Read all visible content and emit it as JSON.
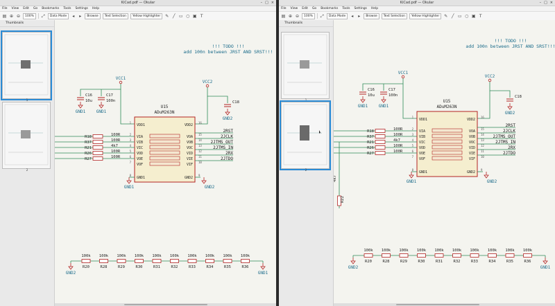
{
  "app": {
    "title": "KiCad.pdf — Okular",
    "menus": [
      "File",
      "View",
      "Edit",
      "Go",
      "Bookmarks",
      "Tools",
      "Settings",
      "Help"
    ],
    "zoom": "100%",
    "mode": "Data Mode",
    "tools": {
      "browse": "Browse",
      "text_selection": "Text Selection",
      "yellow": "Yellow Highlighter"
    },
    "window_buttons": {
      "minimize": "–",
      "maximize": "□",
      "close": "×"
    }
  },
  "sidebar": {
    "title": "Thumbnails",
    "pages": [
      "1",
      "2"
    ]
  },
  "schematic": {
    "todo_line1": "!!! TODO !!!",
    "todo_line2": "add 100n between JRST AND SRST!!!",
    "ic_ref": "U15",
    "ic_part": "ADuM263N",
    "pins_left": [
      "VDD1",
      "VIA",
      "VIB",
      "VIC",
      "VOD",
      "VOE",
      "VOF",
      "GND1"
    ],
    "pins_right": [
      "VDD2",
      "VOA",
      "VOB",
      "VOC",
      "VID",
      "VIE",
      "VIF",
      "GND2"
    ],
    "pin_nums_left": [
      "1",
      "2",
      "3",
      "4",
      "5",
      "6",
      "7",
      "8"
    ],
    "pin_nums_right": [
      "16",
      "15",
      "14",
      "13",
      "12",
      "11",
      "10",
      "9"
    ],
    "nets_right": [
      "2RST",
      "2JCLK",
      "2JTMS_OUT",
      "2JTMS_IN",
      "2RX",
      "2JTDO"
    ],
    "res_left": [
      {
        "ref": "R18",
        "val": "100R"
      },
      {
        "ref": "R37",
        "val": "100R"
      },
      {
        "ref": "R21",
        "val": "4k7"
      },
      {
        "ref": "R26",
        "val": "100R"
      },
      {
        "ref": "R27",
        "val": "100R"
      }
    ],
    "caps": [
      {
        "ref": "C16",
        "val": "10u"
      },
      {
        "ref": "C17",
        "val": "100n"
      },
      {
        "ref": "C18",
        "val": ""
      }
    ],
    "vcc1": "VCC1",
    "vcc2": "VCC2",
    "gnd1": "GND1",
    "gnd2": "GND2",
    "r22_val": "4k7",
    "r22_ref": "R22",
    "pullups": {
      "val": "100k",
      "refs": [
        "R20",
        "R28",
        "R29",
        "R30",
        "R31",
        "R32",
        "R33",
        "R34",
        "R35",
        "R36"
      ]
    },
    "left_gnd": "GND2",
    "right_gnd": "GND1"
  },
  "colors": {
    "wire": "#2e8b57",
    "component": "#b22222",
    "ic_fill": "#f5eecf",
    "text_blue": "#1a6b8a",
    "selection": "#2a8bd6"
  }
}
